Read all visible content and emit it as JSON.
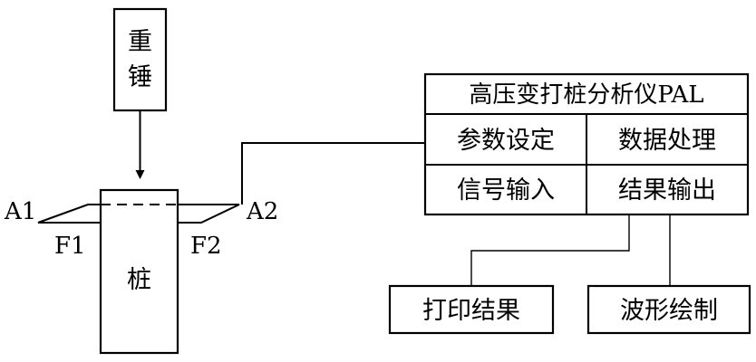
{
  "hammer": {
    "line1": "重",
    "line2": "锤"
  },
  "pile": {
    "label": "桩"
  },
  "sensors": {
    "a1": "A1",
    "a2": "A2",
    "f1": "F1",
    "f2": "F2"
  },
  "analyzer": {
    "title": "高压变打桩分析仪PAL",
    "cells": {
      "param_setting": "参数设定",
      "data_processing": "数据处理",
      "signal_input": "信号输入",
      "result_output": "结果输出"
    }
  },
  "outputs": {
    "print_result": "打印结果",
    "waveform_drawing": "波形绘制"
  }
}
